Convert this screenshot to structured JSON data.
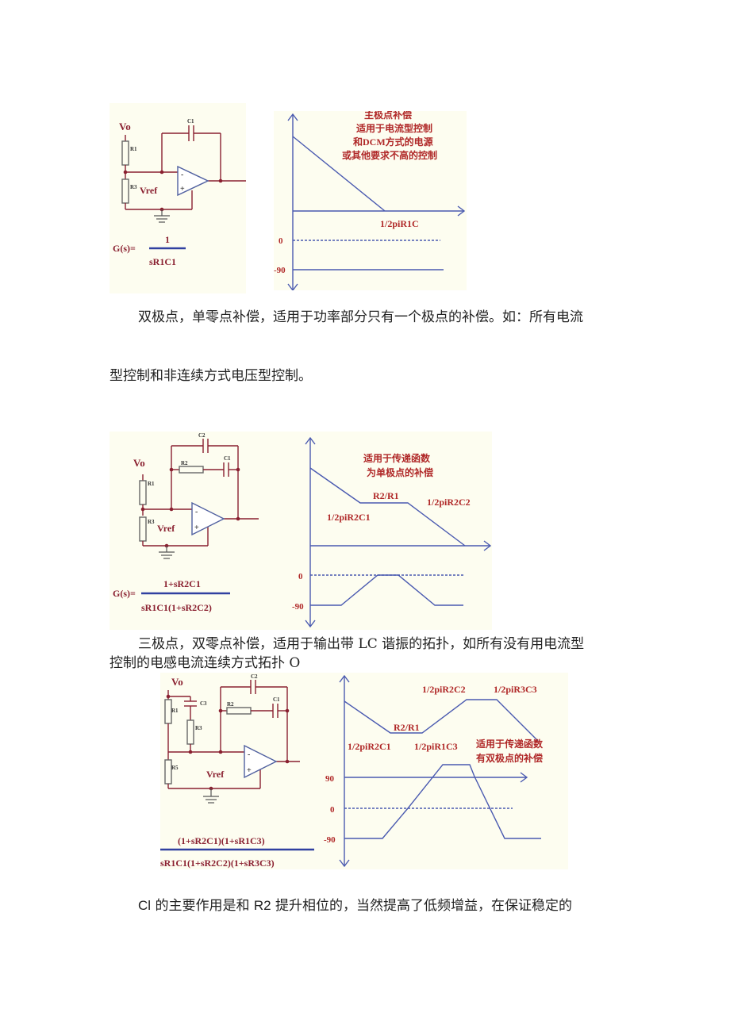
{
  "fig1": {
    "circuit": {
      "vo": "Vo",
      "r1": "R1",
      "r3": "R3",
      "c1": "C1",
      "vref": "Vref",
      "minus": "-",
      "plus": "+",
      "gs": "G(s)=",
      "num": "1",
      "den": "sR1C1"
    },
    "plot": {
      "note": [
        "主极点补偿",
        "适用于电流型控制",
        "和DCM方式的电源",
        "或其他要求不高的控制"
      ],
      "freq": "1/2piR1C",
      "zero": "0",
      "neg90": "-90"
    }
  },
  "para1": {
    "line1": "双极点，单零点补偿，适用于功率部分只有一个极点的补偿。如：所有电流",
    "line2": "型控制和非连续方式电压型控制。"
  },
  "fig2": {
    "circuit": {
      "vo": "Vo",
      "r1": "R1",
      "r3": "R3",
      "r2": "R2",
      "c1": "C1",
      "c2": "C2",
      "vref": "Vref",
      "minus": "-",
      "plus": "+",
      "gs": "G(s)=",
      "num": "1+sR2C1",
      "den": "sR1C1(1+sR2C2)"
    },
    "plot": {
      "note": [
        "适用于传递函数",
        "为单极点的补偿"
      ],
      "ratio": "R2/R1",
      "f1": "1/2piR2C1",
      "f2": "1/2piR2C2",
      "zero": "0",
      "neg90": "-90"
    }
  },
  "para2": {
    "line1": "三极点，双零点补偿，适用于输出带 LC 谐振的拓扑，如所有没有用电流型",
    "line2": "控制的电感电流连续方式拓扑 O"
  },
  "fig3": {
    "circuit": {
      "vo": "Vo",
      "r1": "R1",
      "r3": "R3",
      "r2": "R2",
      "r5": "R5",
      "c1": "C1",
      "c2": "C2",
      "c3": "C3",
      "vref": "Vref",
      "minus": "-",
      "plus": "+",
      "num": "(1+sR2C1)(1+sR1C3)",
      "den": "sR1C1(1+sR2C2)(1+sR3C3)"
    },
    "plot": {
      "note": [
        "适用于传递函数",
        "有双极点的补偿"
      ],
      "ratio": "R2/R1",
      "f1": "1/2piR2C1",
      "f2": "1/2piR1C3",
      "f3": "1/2piR2C2",
      "f4": "1/2piR3C3",
      "p90": "90",
      "zero": "0",
      "neg90": "-90"
    }
  },
  "para3": {
    "c1": "Cl",
    "mid": " 的主要作用是和 ",
    "r2": "R2",
    "rest": " 提升相位的，当然提高了低频增益，在保证稳定的"
  }
}
